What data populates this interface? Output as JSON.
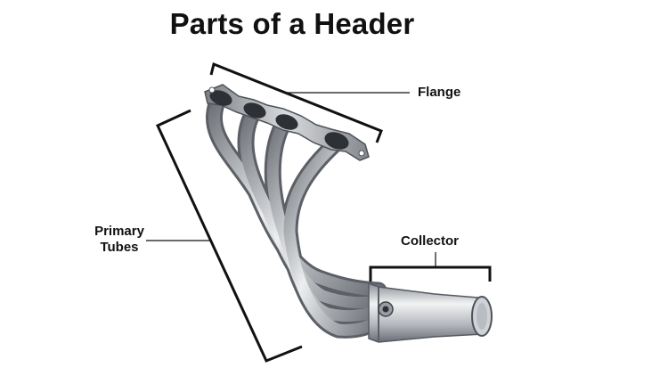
{
  "title": "Parts of a Header",
  "labels": {
    "flange": "Flange",
    "collector": "Collector",
    "primary_line1": "Primary",
    "primary_line2": "Tubes"
  },
  "colors": {
    "ink": "#111111",
    "metal_dark": "#5c6066",
    "metal_mid": "#9ea3a9",
    "metal_light": "#e6e8ea"
  }
}
